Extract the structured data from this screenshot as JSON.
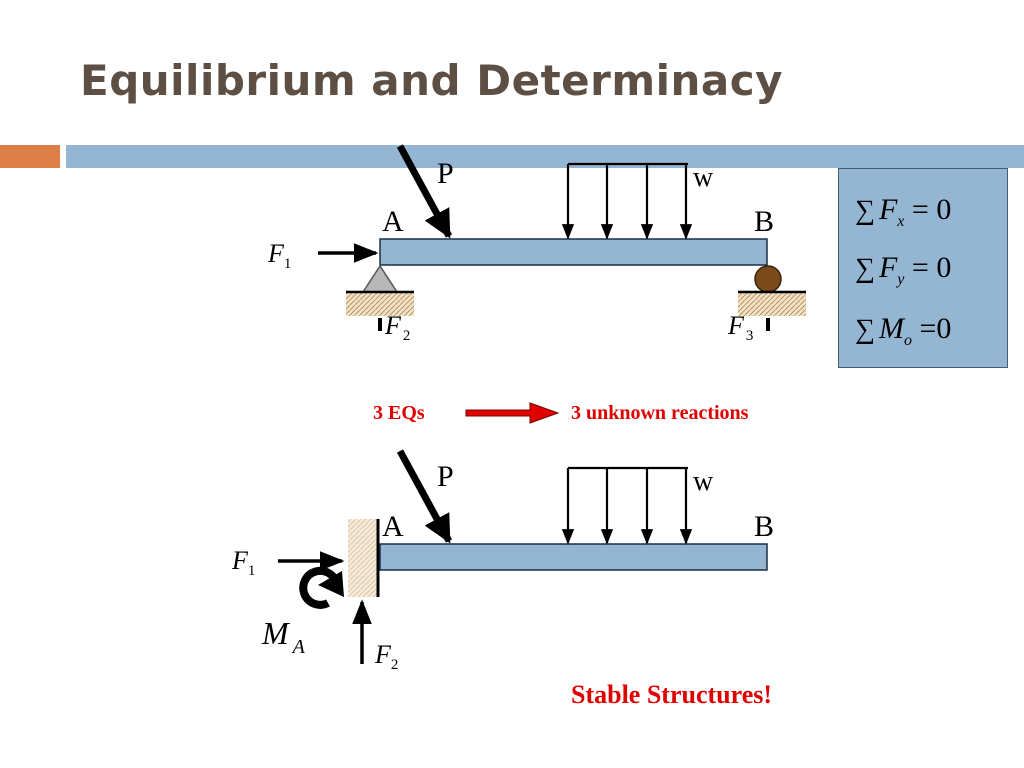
{
  "slide": {
    "title": "Equilibrium and Determinacy"
  },
  "beam1": {
    "load_p": "P",
    "load_w": "w",
    "point_a": "A",
    "point_b": "B",
    "force_f1": "F",
    "force_f1_sub": "1",
    "force_f2": "F",
    "force_f2_sub": "2",
    "force_f3": "F",
    "force_f3_sub": "3"
  },
  "equations": [
    {
      "sym": "∑",
      "var": "F",
      "sub": "x",
      "rhs": "= 0"
    },
    {
      "sym": "∑",
      "var": "F",
      "sub": "y",
      "rhs": "= 0"
    },
    {
      "sym": "∑",
      "var": "M",
      "sub": "o",
      "rhs": "=0"
    }
  ],
  "note": {
    "left": "3 EQs",
    "right": "3 unknown reactions"
  },
  "beam2": {
    "load_p": "P",
    "load_w": "w",
    "point_a": "A",
    "point_b": "B",
    "force_f1": "F",
    "force_f1_sub": "1",
    "moment_m": "M",
    "moment_m_sub": "A",
    "force_f2": "F",
    "force_f2_sub": "2"
  },
  "conclusion": "Stable Structures!",
  "colors": {
    "accent": "#dd8047",
    "rule": "#94b6d2",
    "beam": "#94b6d2",
    "highlight": "#e00000",
    "title": "#5d4f43"
  }
}
